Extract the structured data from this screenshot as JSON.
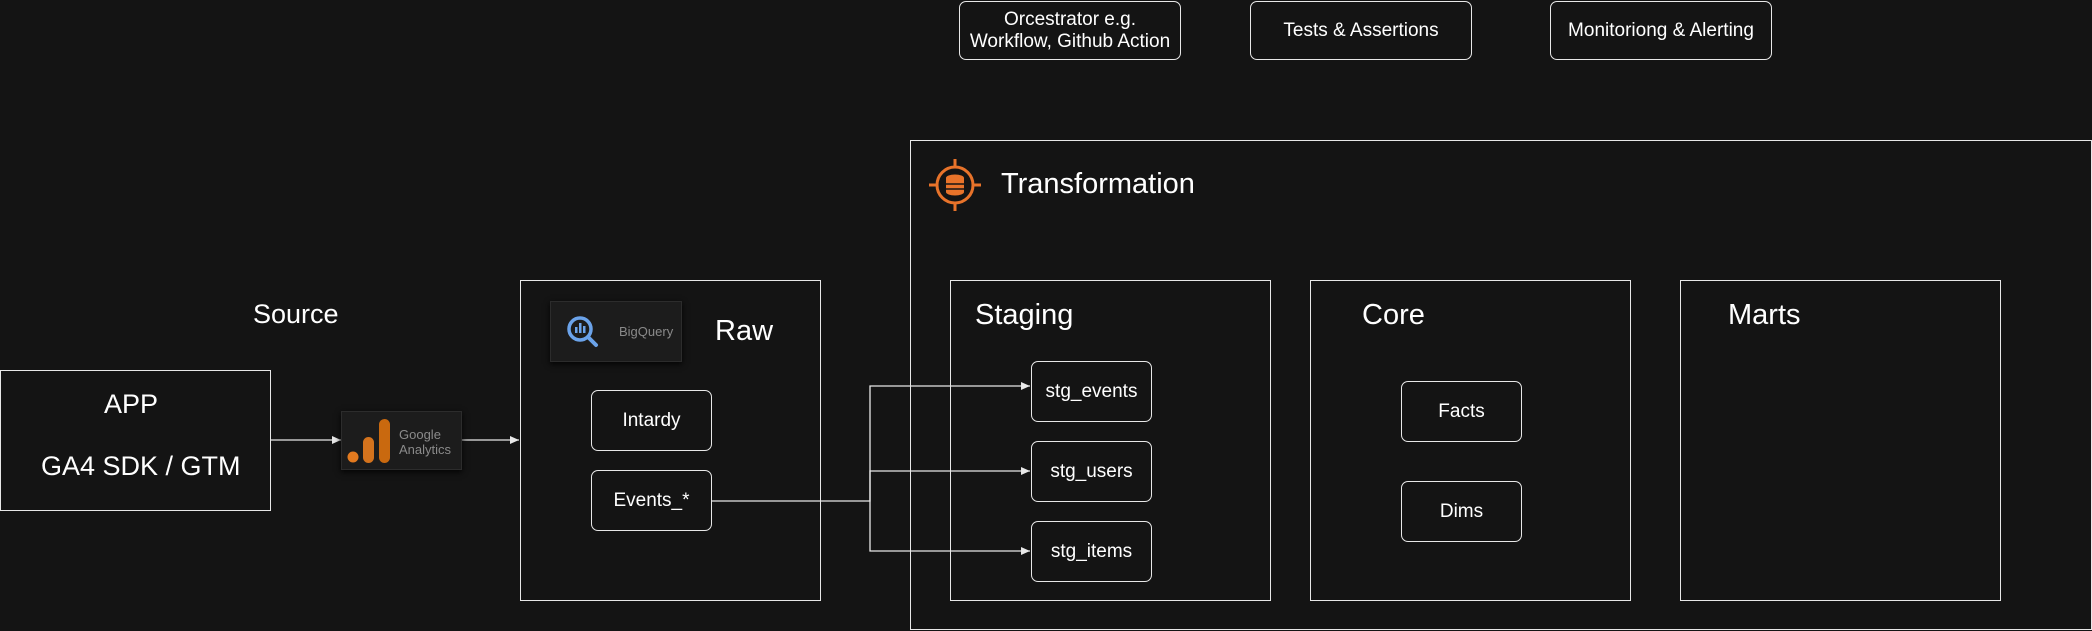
{
  "top_tools": {
    "orchestrator": {
      "line1": "Orcestrator e.g.",
      "line2": "Workflow, Github Action"
    },
    "tests": "Tests & Assertions",
    "monitoring": "Monitoriong & Alerting"
  },
  "source": {
    "title": "Source",
    "app_title": "APP",
    "app_subtitle": "GA4 SDK / GTM",
    "ga_logo": {
      "line1": "Google",
      "line2": "Analytics",
      "icon": "google-analytics-icon"
    }
  },
  "raw": {
    "title": "Raw",
    "bigquery_logo": {
      "label": "BigQuery",
      "icon": "bigquery-icon"
    },
    "tables": [
      "Intardy",
      "Events_*"
    ]
  },
  "transformation": {
    "title": "Transformation",
    "icon": "dbt-icon",
    "accent": "#e8732a",
    "staging": {
      "title": "Staging",
      "models": [
        "stg_events",
        "stg_users",
        "stg_items"
      ]
    },
    "core": {
      "title": "Core",
      "models": [
        "Facts",
        "Dims"
      ]
    },
    "marts": {
      "title": "Marts"
    }
  }
}
